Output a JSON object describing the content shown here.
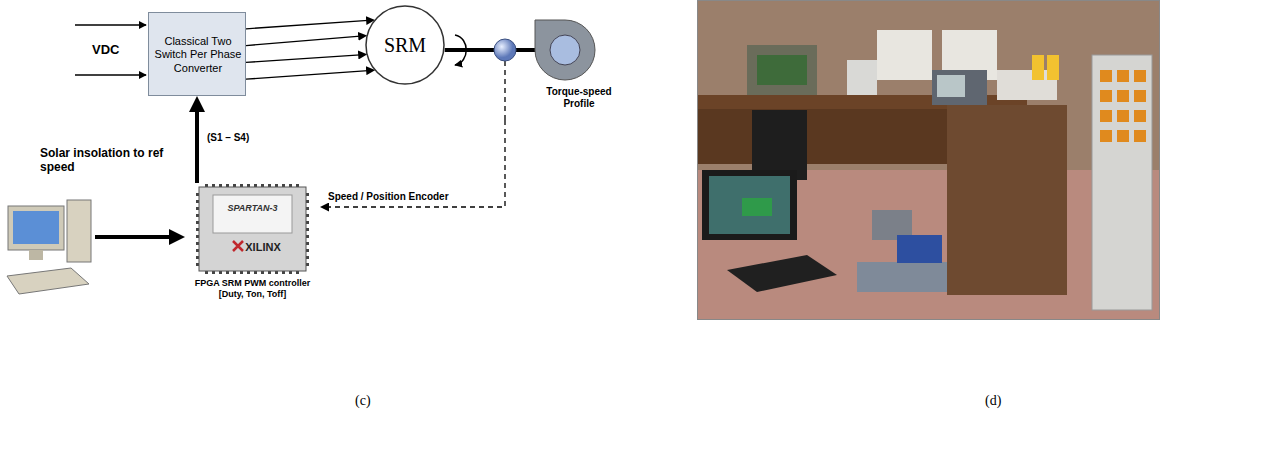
{
  "diagram": {
    "nodes": [
      {
        "text": [
          "Classical Two Switch Per Phase Converter"
        ]
      },
      {
        "text": [
          "SRM"
        ]
      },
      {
        "text": [
          "Torque-speed Profile"
        ]
      },
      {
        "text": [
          "SPARTAN-3",
          "XILINX",
          "FPGA SRM PWM controller [Duty, Ton, Toff]"
        ]
      },
      {
        "text": [
          "Solar insolation to ref speed"
        ]
      }
    ],
    "edges": [
      {
        "from": 0,
        "to": 1,
        "arrow": "to"
      },
      {
        "from": 0,
        "to": 1,
        "arrow": "to"
      },
      {
        "from": 0,
        "to": 1,
        "arrow": "to"
      },
      {
        "from": 0,
        "to": 1,
        "arrow": "to"
      },
      {
        "from": 1,
        "to": 2,
        "arrow": "none"
      },
      {
        "from": 2,
        "to": 3,
        "arrow": "to",
        "label": "Speed / Position Encoder"
      },
      {
        "from": 4,
        "to": 3,
        "arrow": "to"
      },
      {
        "from": 3,
        "to": 0,
        "arrow": "to",
        "label": "(S1 – S4)"
      }
    ],
    "labels": [
      "VDC",
      "(c)",
      "(d)"
    ]
  }
}
